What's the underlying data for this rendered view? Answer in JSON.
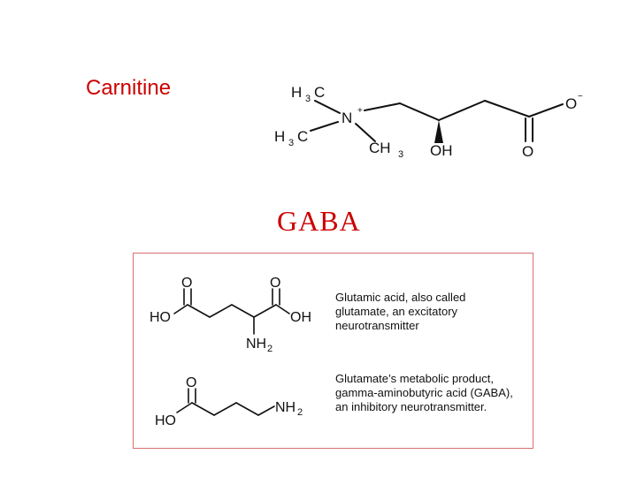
{
  "slide": {
    "title_carnitine": "Carnitine",
    "title_gaba": "GABA"
  },
  "carnitine": {
    "ch3_1": "H",
    "ch3_1_sub": "3",
    "ch3_1_c": "C",
    "ch3_2": "H",
    "ch3_2_sub": "3",
    "ch3_2_c": "C",
    "n": "N",
    "n_charge": "+",
    "ch3_3": "CH",
    "ch3_3_sub": "3",
    "oh": "OH",
    "o_minus": "O",
    "o_minus_charge": "−",
    "o_double": "O"
  },
  "glutamate": {
    "o1": "O",
    "o2": "O",
    "ho": "HO",
    "oh": "OH",
    "nh2": "NH",
    "nh2_sub": "2",
    "description": "Glutamic acid, also called glutamate, an excitatory neurotransmitter"
  },
  "gaba": {
    "o": "O",
    "ho": "HO",
    "nh2": "NH",
    "nh2_sub": "2",
    "description": "Glutamate’s metabolic product, gamma-aminobutyric acid (GABA), an inhibitory neurotransmitter."
  }
}
